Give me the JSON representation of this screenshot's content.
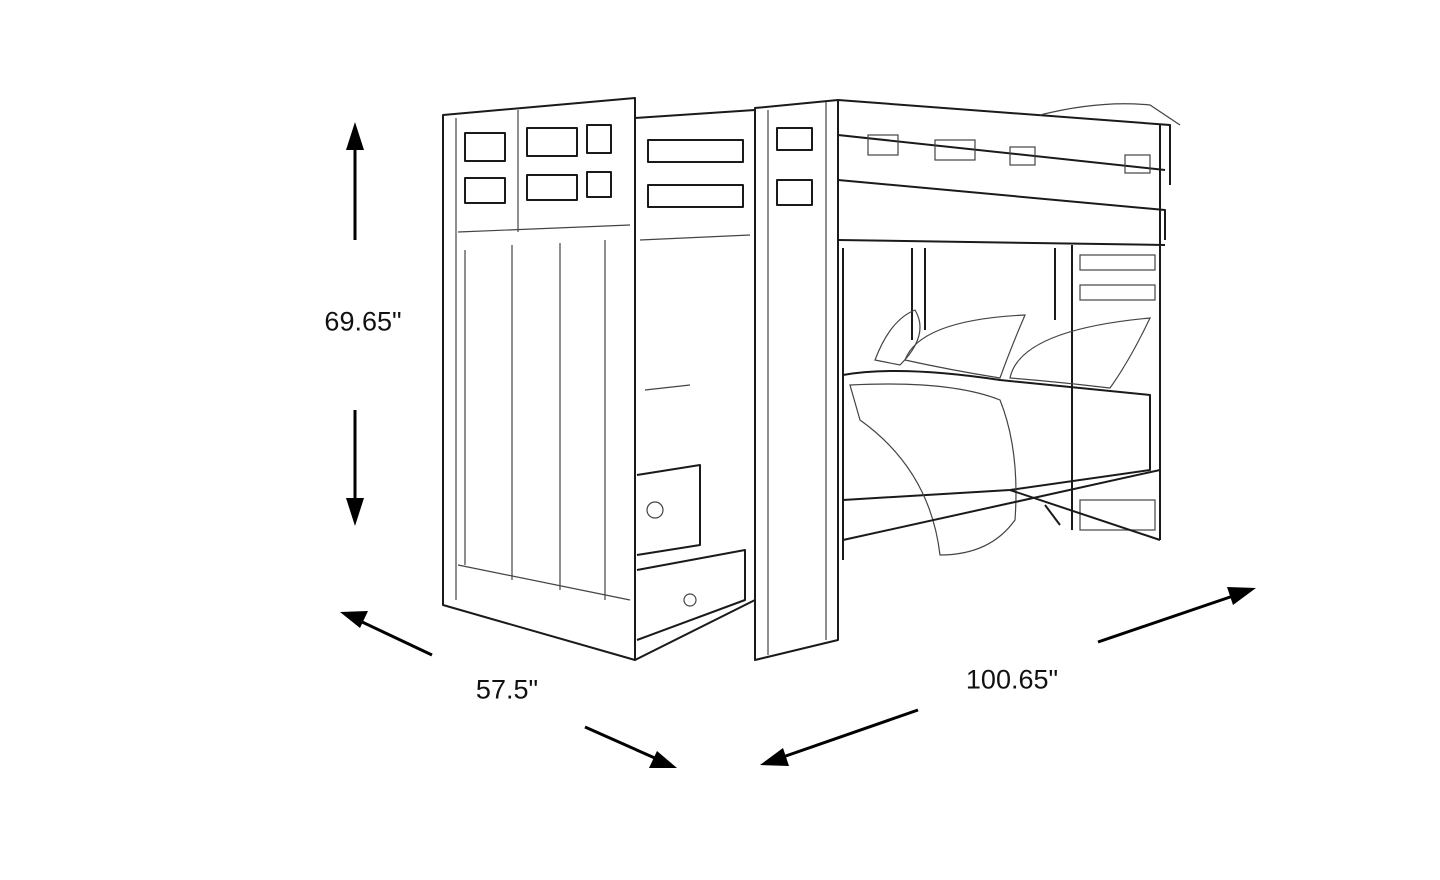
{
  "dimensions": {
    "height": "69.65\"",
    "depth": "57.5\"",
    "width": "100.65\""
  }
}
